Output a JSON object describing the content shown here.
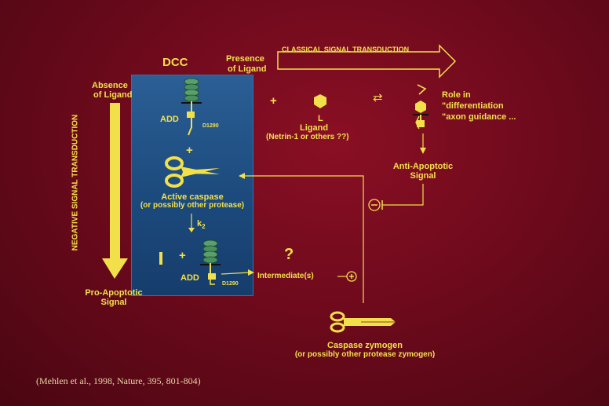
{
  "labels": {
    "dcc": "DCC",
    "presence_line1": "Presence",
    "presence_line2": "of Ligand",
    "classical": "CLASSICAL SIGNAL TRANSDUCTION",
    "absence_line1": "Absence",
    "absence_line2": "of Ligand",
    "negative": "NEGATIVE SIGNAL TRANSDUCTION",
    "add_top": "ADD",
    "d1290_top": "D1290",
    "plus_top": "+",
    "plus_mid": "+",
    "plus_ligand": "+",
    "ligand_letter": "L",
    "ligand": "Ligand",
    "ligand_note": "(Netrin-1 or others ??)",
    "equilibrium": "⇄",
    "role_line1": "Role in",
    "role_line2": "\"differentiation",
    "role_line3": "\"axon guidance ...",
    "anti_line1": "Anti-Apoptotic",
    "anti_line2": "Signal",
    "active_caspase": "Active caspase",
    "active_caspase_note": "(or possibly other protease)",
    "k2": "k",
    "k2_sub": "2",
    "plus_bottom": "+",
    "add_bottom": "ADD",
    "d1290_bottom": "D1290",
    "question": "?",
    "intermediates": "Intermediate(s)",
    "pro_line1": "Pro-Apoptotic",
    "pro_line2": "Signal",
    "zymogen": "Caspase zymogen",
    "zymogen_note": "(or possibly other protease zymogen)",
    "inhibit_sign": "−",
    "activate_sign": "+",
    "citation": "(Mehlen et al., 1998, Nature, 395, 801-804)"
  },
  "icons": [
    "receptor-icon",
    "scissors-icon",
    "ligand-hexagon-icon"
  ],
  "colors": {
    "background": "#6e0a1c",
    "label_yellow": "#f2e04a",
    "panel_blue": "#1c4a7d",
    "receptor_green": "#3f8f5a",
    "citation": "#e9d7a8"
  }
}
